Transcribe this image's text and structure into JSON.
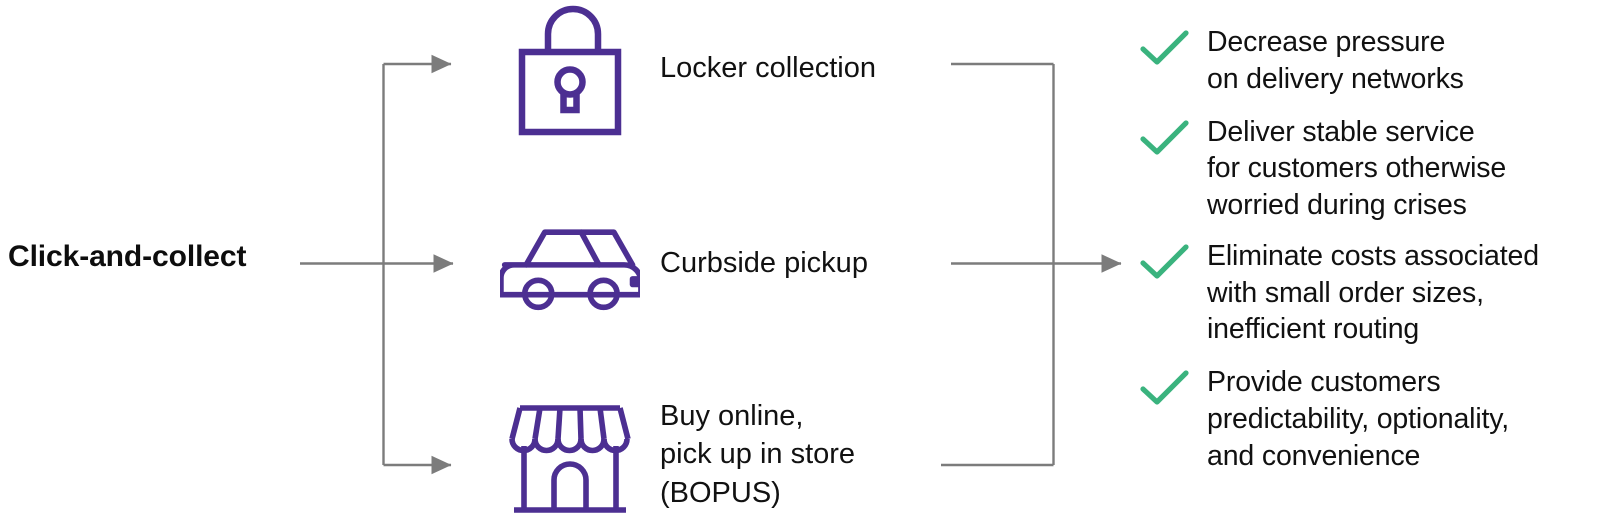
{
  "source": {
    "label": "Click-and-collect"
  },
  "colors": {
    "icon_purple": "#4c2f92",
    "check_green": "#3ab37e",
    "connector_gray": "#7c7c7c",
    "text_black": "#111111"
  },
  "channels": [
    {
      "icon": "open-padlock-icon",
      "label": "Locker collection"
    },
    {
      "icon": "car-side-icon",
      "label": "Curbside pickup"
    },
    {
      "icon": "storefront-icon",
      "label": "Buy online,\npick up in store\n(BOPUS)"
    }
  ],
  "benefits": [
    {
      "icon": "check-icon",
      "text": "Decrease pressure\non delivery networks"
    },
    {
      "icon": "check-icon",
      "text": "Deliver stable service\nfor customers otherwise\nworried during crises"
    },
    {
      "icon": "check-icon",
      "text": "Eliminate costs associated\nwith small order sizes,\ninefficient routing"
    },
    {
      "icon": "check-icon",
      "text": "Provide customers\npredictability, optionality,\nand convenience"
    }
  ]
}
